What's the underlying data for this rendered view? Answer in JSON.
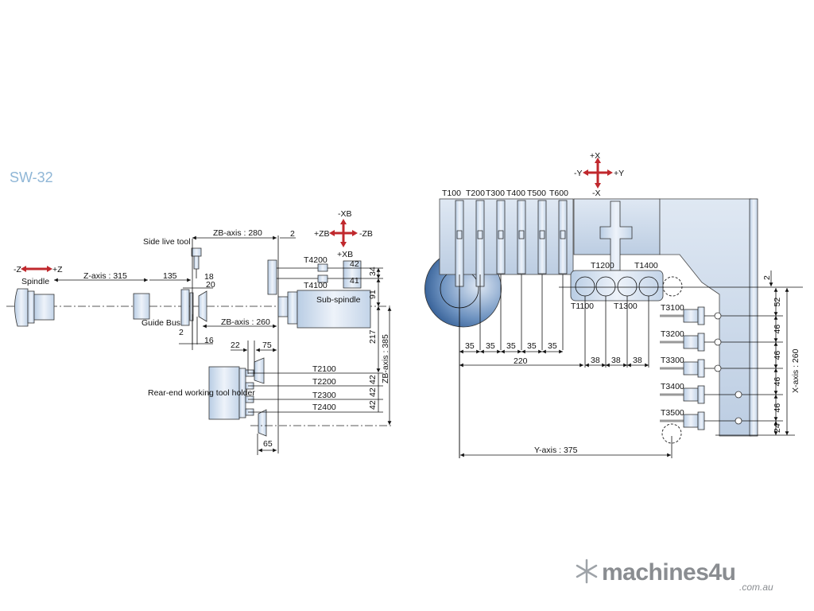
{
  "title": "SW-32",
  "colors": {
    "title": "#8fb6d6",
    "arrow": "#c0282d",
    "metal": "#c9d8ea",
    "dark_blue": "#2f5f9a",
    "logo": "#8a8d91"
  },
  "left_diagram": {
    "z_arrow": {
      "minus": "-Z",
      "plus": "+Z"
    },
    "xb_arrow": {
      "minus_xb": "-XB",
      "plus_xb": "+XB",
      "plus_zb": "+ZB",
      "minus_zb": "-ZB"
    },
    "labels": {
      "spindle": "Spindle",
      "guide_bush": "Guide Bush",
      "side_live_tool": "Side live tool",
      "sub_spindle": "Sub-spindle",
      "rear_end_holder": "Rear-end working tool holder"
    },
    "dims": {
      "z_axis": "Z-axis : 315",
      "d135": "135",
      "zb_axis_280": "ZB-axis : 280",
      "d2_top": "2",
      "d18": "18",
      "d20": "20",
      "zb_axis_260": "ZB-axis : 260",
      "d2_bottom": "2",
      "d16": "16",
      "d22": "22",
      "d75": "75",
      "d65": "65",
      "d42_a": "42",
      "d41": "41",
      "d34": "34",
      "d91": "91",
      "d217": "217",
      "zb_axis_385": "ZB-axis : 385",
      "d42_1": "42",
      "d42_2": "42",
      "d42_3": "42"
    },
    "tools": {
      "t4200": "T4200",
      "t4100": "T4100",
      "t2100": "T2100",
      "t2200": "T2200",
      "t2300": "T2300",
      "t2400": "T2400"
    }
  },
  "right_diagram": {
    "xy_arrow": {
      "plus_x": "+X",
      "minus_x": "-X",
      "minus_y": "-Y",
      "plus_y": "+Y"
    },
    "gang_tools": [
      "T100",
      "T200",
      "T300",
      "T400",
      "T500",
      "T600"
    ],
    "cross_tools": {
      "t1100": "T1100",
      "t1200": "T1200",
      "t1300": "T1300",
      "t1400": "T1400"
    },
    "side_tools": [
      "T3100",
      "T3200",
      "T3300",
      "T3400",
      "T3500"
    ],
    "dims": {
      "d35": [
        "35",
        "35",
        "35",
        "35",
        "35"
      ],
      "d220": "220",
      "d38": [
        "38",
        "38",
        "38"
      ],
      "y_axis": "Y-axis : 375",
      "d2": "2",
      "x_steps": [
        "52",
        "46",
        "46",
        "46",
        "46",
        "24"
      ],
      "x_axis": "X-axis : 260"
    }
  },
  "logo": {
    "name": "machines4u",
    "suffix": ".com.au"
  }
}
